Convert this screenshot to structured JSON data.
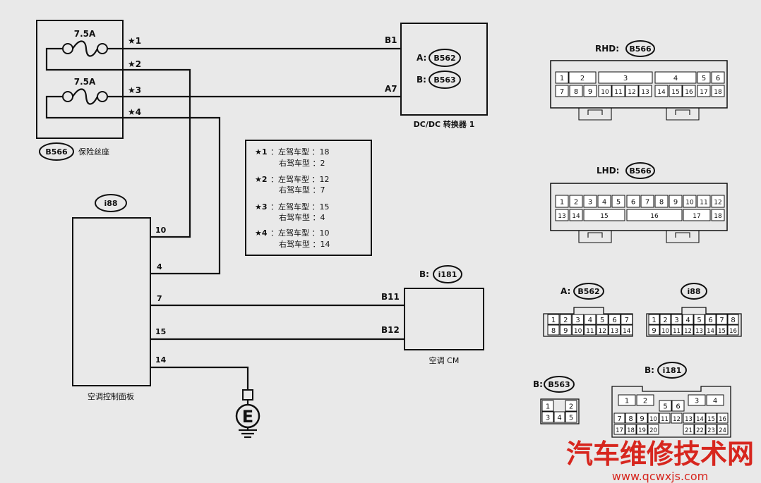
{
  "fuse_block": {
    "tag": "B566",
    "label": "保险丝座",
    "fuse1": "7.5A",
    "fuse2": "7.5A",
    "pins": [
      "★1",
      "★2",
      "★3",
      "★4"
    ]
  },
  "dcdc": {
    "label": "DC/DC 转换器 1",
    "connA_prefix": "A:",
    "connA": "B562",
    "connB_prefix": "B:",
    "connB": "B563",
    "pin_b1": "B1",
    "pin_a7": "A7"
  },
  "legend": [
    {
      "star": "★1",
      "line1": "：左驾车型 ：18",
      "line2": "右驾车型 ：2"
    },
    {
      "star": "★2",
      "line1": "：左驾车型 ：12",
      "line2": "右驾车型 ：7"
    },
    {
      "star": "★3",
      "line1": "：左驾车型 ：15",
      "line2": "右驾车型 ：4"
    },
    {
      "star": "★4",
      "line1": "：左驾车型 ：10",
      "line2": "右驾车型 ：14"
    }
  ],
  "panel": {
    "tag": "i88",
    "label": "空调控制面板",
    "pins": [
      "10",
      "4",
      "7",
      "15",
      "14"
    ]
  },
  "ac_cm": {
    "prefix": "B:",
    "tag": "i181",
    "label": "空调 CM",
    "pin_b11": "B11",
    "pin_b12": "B12"
  },
  "ground": {
    "symbol": "E"
  },
  "rhd": {
    "prefix": "RHD:",
    "tag": "B566",
    "top": [
      "1",
      "2",
      "3",
      "4",
      "5",
      "6"
    ],
    "bottom": [
      "7",
      "8",
      "9",
      "10",
      "11",
      "12",
      "13",
      "14",
      "15",
      "16",
      "17",
      "18"
    ]
  },
  "lhd": {
    "prefix": "LHD:",
    "tag": "B566",
    "top": [
      "1",
      "2",
      "3",
      "4",
      "5",
      "6",
      "7",
      "8",
      "9",
      "10",
      "11",
      "12"
    ],
    "bottom": [
      "13",
      "14",
      "15",
      "16",
      "17",
      "18"
    ]
  },
  "b562": {
    "prefix": "A:",
    "tag": "B562",
    "top": [
      "1",
      "2",
      "3",
      "4",
      "5",
      "6",
      "7"
    ],
    "bottom": [
      "8",
      "9",
      "10",
      "11",
      "12",
      "13",
      "14"
    ]
  },
  "i88c": {
    "tag": "i88",
    "top": [
      "1",
      "2",
      "3",
      "4",
      "5",
      "6",
      "7",
      "8"
    ],
    "bottom": [
      "9",
      "10",
      "11",
      "12",
      "13",
      "14",
      "15",
      "16"
    ]
  },
  "b563": {
    "prefix": "B:",
    "tag": "B563",
    "top": [
      "1",
      "2"
    ],
    "bottom": [
      "3",
      "4",
      "5"
    ]
  },
  "i181c": {
    "prefix": "B:",
    "tag": "i181",
    "row1": [
      "1",
      "2",
      "3",
      "4"
    ],
    "row2": [
      "5",
      "6"
    ],
    "row3": [
      "7",
      "8",
      "9",
      "10",
      "11",
      "12",
      "13",
      "14",
      "15",
      "16"
    ],
    "row4": [
      "17",
      "18",
      "19",
      "20",
      "21",
      "22",
      "23",
      "24"
    ]
  },
  "watermark": {
    "title": "汽车维修技术网",
    "url": "www.qcwxjs.com"
  }
}
